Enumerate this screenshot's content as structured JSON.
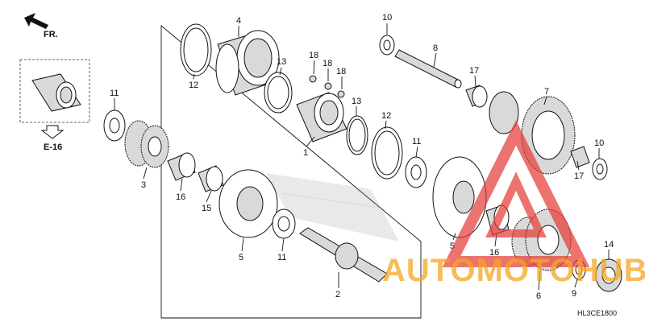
{
  "direction_label": "FR.",
  "ref_label": "E-16",
  "diagram_code": "HL3CE1800",
  "watermark": "AUTOMOTOHUB",
  "colors": {
    "watermark": "#f5a623",
    "watermark_logo": "#e53935"
  },
  "callouts": [
    {
      "id": "c10a",
      "text": "10"
    },
    {
      "id": "c4",
      "text": "4"
    },
    {
      "id": "c8",
      "text": "8"
    },
    {
      "id": "c12a",
      "text": "12"
    },
    {
      "id": "c13a",
      "text": "13"
    },
    {
      "id": "c18a",
      "text": "18"
    },
    {
      "id": "c18b",
      "text": "18"
    },
    {
      "id": "c18c",
      "text": "18"
    },
    {
      "id": "c17a",
      "text": "17"
    },
    {
      "id": "c7",
      "text": "7"
    },
    {
      "id": "c11a",
      "text": "11"
    },
    {
      "id": "c13b",
      "text": "13"
    },
    {
      "id": "c12b",
      "text": "12"
    },
    {
      "id": "c1",
      "text": "1"
    },
    {
      "id": "c11b",
      "text": "11"
    },
    {
      "id": "c10b",
      "text": "10"
    },
    {
      "id": "c17b",
      "text": "17"
    },
    {
      "id": "c3",
      "text": "3"
    },
    {
      "id": "c16a",
      "text": "16"
    },
    {
      "id": "c15",
      "text": "15"
    },
    {
      "id": "c5a",
      "text": "5"
    },
    {
      "id": "c11c",
      "text": "11"
    },
    {
      "id": "c5b",
      "text": "5"
    },
    {
      "id": "c16b",
      "text": "16"
    },
    {
      "id": "c14",
      "text": "14"
    },
    {
      "id": "c2",
      "text": "2"
    },
    {
      "id": "c6",
      "text": "6"
    },
    {
      "id": "c9",
      "text": "9"
    }
  ]
}
